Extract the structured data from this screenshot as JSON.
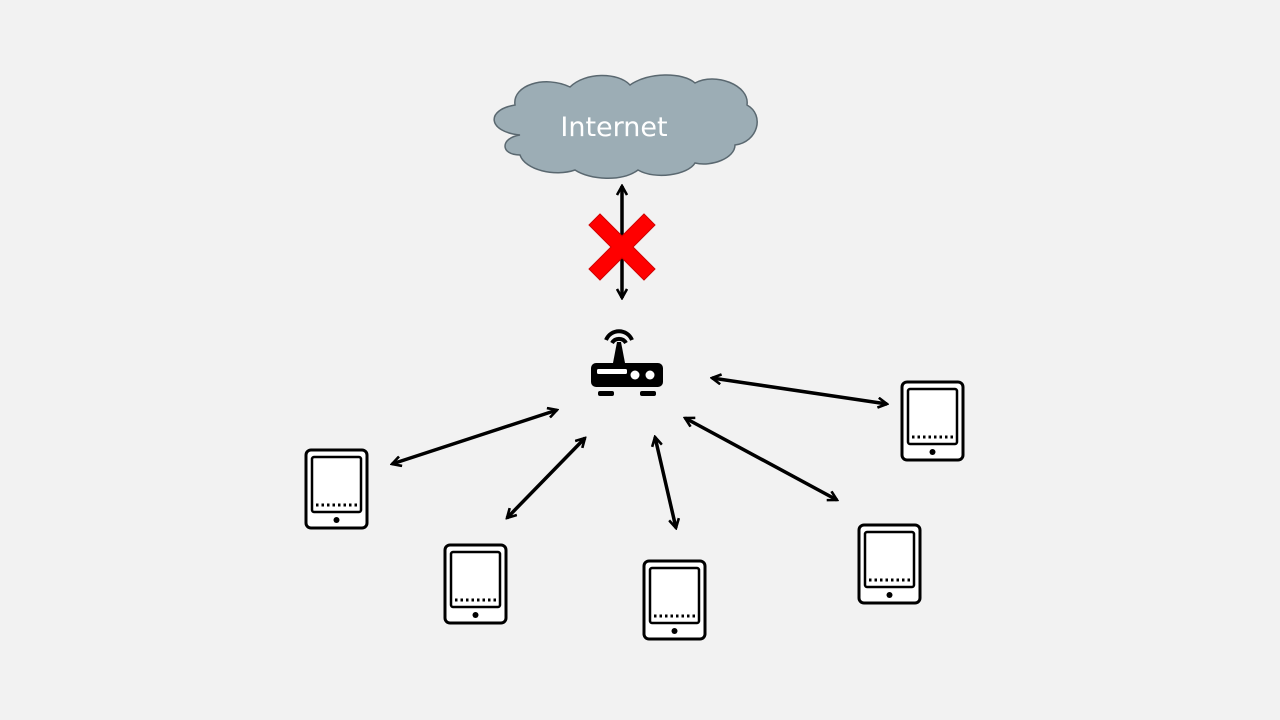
{
  "cloud": {
    "label": "Internet",
    "fill_color": "#9cadb5",
    "icon": "cloud-icon"
  },
  "internet_link": {
    "status": "blocked",
    "blocked_marker_icon": "red-x-icon",
    "blocked_marker_color": "#ff0000"
  },
  "router": {
    "icon": "wifi-router-icon"
  },
  "devices": [
    {
      "icon": "tablet-icon"
    },
    {
      "icon": "tablet-icon"
    },
    {
      "icon": "tablet-icon"
    },
    {
      "icon": "tablet-icon"
    },
    {
      "icon": "tablet-icon"
    }
  ],
  "device_links": {
    "direction": "bidirectional",
    "count": 5
  },
  "colors": {
    "background": "#f2f2f2",
    "stroke": "#000000"
  }
}
